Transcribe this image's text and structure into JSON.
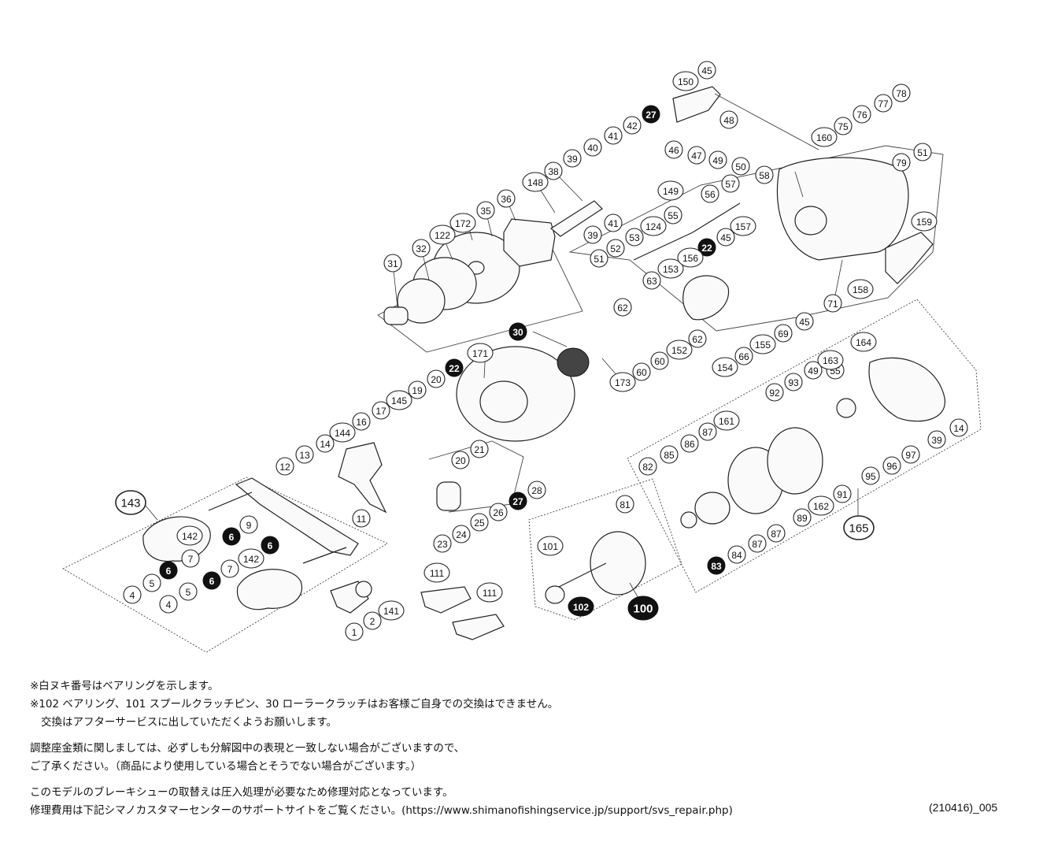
{
  "parts": [
    {
      "num": "1"
    },
    {
      "num": "2"
    },
    {
      "num": "4"
    },
    {
      "num": "4"
    },
    {
      "num": "5"
    },
    {
      "num": "5"
    },
    {
      "num": "6",
      "inv": true
    },
    {
      "num": "6",
      "inv": true
    },
    {
      "num": "6",
      "inv": true
    },
    {
      "num": "6",
      "inv": true
    },
    {
      "num": "7"
    },
    {
      "num": "7"
    },
    {
      "num": "9"
    },
    {
      "num": "11"
    },
    {
      "num": "12"
    },
    {
      "num": "13"
    },
    {
      "num": "14"
    },
    {
      "num": "14"
    },
    {
      "num": "16"
    },
    {
      "num": "17"
    },
    {
      "num": "19"
    },
    {
      "num": "20"
    },
    {
      "num": "20"
    },
    {
      "num": "21"
    },
    {
      "num": "22",
      "inv": true
    },
    {
      "num": "22",
      "inv": true
    },
    {
      "num": "23"
    },
    {
      "num": "24"
    },
    {
      "num": "25"
    },
    {
      "num": "26"
    },
    {
      "num": "27",
      "inv": true
    },
    {
      "num": "27",
      "inv": true
    },
    {
      "num": "28"
    },
    {
      "num": "30",
      "inv": true
    },
    {
      "num": "31"
    },
    {
      "num": "32"
    },
    {
      "num": "35"
    },
    {
      "num": "36"
    },
    {
      "num": "38"
    },
    {
      "num": "39"
    },
    {
      "num": "39"
    },
    {
      "num": "39"
    },
    {
      "num": "40"
    },
    {
      "num": "41"
    },
    {
      "num": "41"
    },
    {
      "num": "42"
    },
    {
      "num": "45"
    },
    {
      "num": "45"
    },
    {
      "num": "45"
    },
    {
      "num": "46"
    },
    {
      "num": "47"
    },
    {
      "num": "48"
    },
    {
      "num": "49"
    },
    {
      "num": "49"
    },
    {
      "num": "50"
    },
    {
      "num": "51"
    },
    {
      "num": "51"
    },
    {
      "num": "52"
    },
    {
      "num": "53"
    },
    {
      "num": "55"
    },
    {
      "num": "55"
    },
    {
      "num": "56"
    },
    {
      "num": "57"
    },
    {
      "num": "58"
    },
    {
      "num": "60"
    },
    {
      "num": "60"
    },
    {
      "num": "62"
    },
    {
      "num": "62"
    },
    {
      "num": "63"
    },
    {
      "num": "66"
    },
    {
      "num": "69"
    },
    {
      "num": "71"
    },
    {
      "num": "75"
    },
    {
      "num": "76"
    },
    {
      "num": "77"
    },
    {
      "num": "78"
    },
    {
      "num": "79"
    },
    {
      "num": "81"
    },
    {
      "num": "82"
    },
    {
      "num": "83",
      "inv": true
    },
    {
      "num": "84"
    },
    {
      "num": "85"
    },
    {
      "num": "86"
    },
    {
      "num": "87"
    },
    {
      "num": "87"
    },
    {
      "num": "87"
    },
    {
      "num": "89"
    },
    {
      "num": "91"
    },
    {
      "num": "92"
    },
    {
      "num": "93"
    },
    {
      "num": "95"
    },
    {
      "num": "96"
    },
    {
      "num": "97"
    },
    {
      "num": "100",
      "inv": true,
      "big": true
    },
    {
      "num": "101"
    },
    {
      "num": "102",
      "inv": true
    },
    {
      "num": "111"
    },
    {
      "num": "111"
    },
    {
      "num": "122"
    },
    {
      "num": "124"
    },
    {
      "num": "141"
    },
    {
      "num": "142"
    },
    {
      "num": "142"
    },
    {
      "num": "143",
      "big": true
    },
    {
      "num": "144"
    },
    {
      "num": "145"
    },
    {
      "num": "148"
    },
    {
      "num": "149"
    },
    {
      "num": "150"
    },
    {
      "num": "152"
    },
    {
      "num": "153"
    },
    {
      "num": "154"
    },
    {
      "num": "155"
    },
    {
      "num": "156"
    },
    {
      "num": "157"
    },
    {
      "num": "158"
    },
    {
      "num": "159"
    },
    {
      "num": "160"
    },
    {
      "num": "161"
    },
    {
      "num": "162"
    },
    {
      "num": "163"
    },
    {
      "num": "164"
    },
    {
      "num": "165",
      "big": true
    },
    {
      "num": "171"
    },
    {
      "num": "172"
    },
    {
      "num": "173"
    }
  ],
  "notes": {
    "line1": "※白ヌキ番号はベアリングを示します。",
    "line2": "※102 ベアリング、101 スプールクラッチピン、30 ローラークラッチはお客様ご自身での交換はできません。",
    "line3": "交換はアフターサービスに出していただくようお願いします。",
    "line4": "調整座金類に関しましては、必ずしも分解図中の表現と一致しない場合がございますので、",
    "line5": "ご了承ください。（商品により使用している場合とそうでない場合がございます。）",
    "line6": "このモデルのブレーキシューの取替えは圧入処理が必要なため修理対応となっています。",
    "line7": "修理費用は下記シマノカスタマーセンターのサポートサイトをご覧ください。(https://www.shimanofishingservice.jp/support/svs_repair.php)"
  },
  "doc_code": "(210416)_005"
}
